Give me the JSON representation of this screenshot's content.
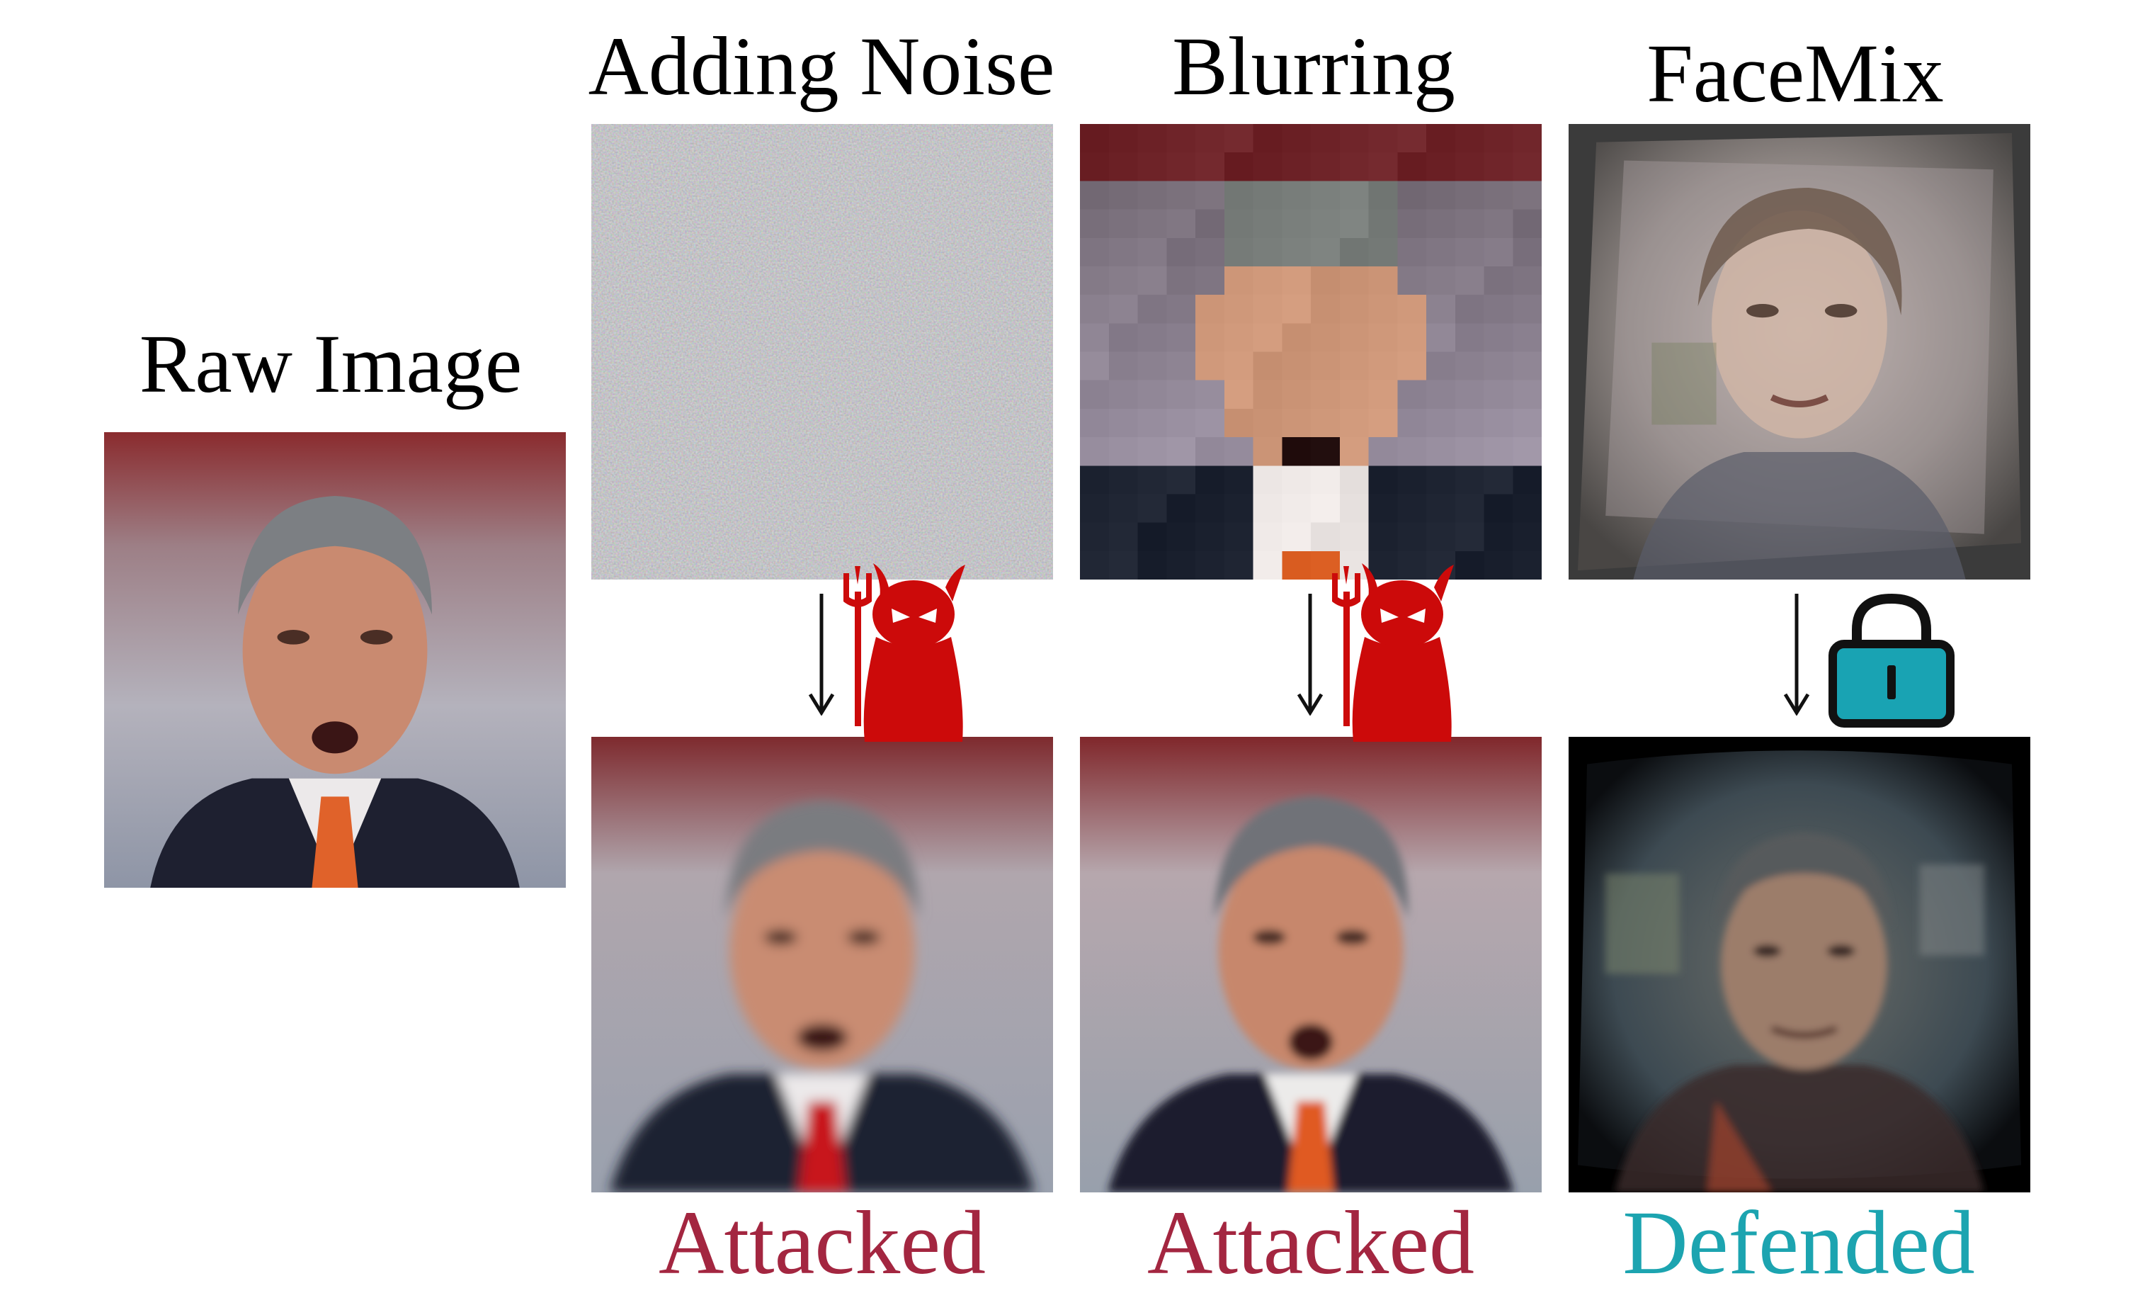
{
  "labels": {
    "raw_image": "Raw Image",
    "adding_noise": "Adding Noise",
    "blurring": "Blurring",
    "facemix": "FaceMix",
    "outcome_noise": "Attacked",
    "outcome_blur": "Attacked",
    "outcome_facemix": "Defended"
  },
  "colors": {
    "attacked": "#a32640",
    "defended": "#1ca4b0",
    "devil": "#cc0a0a",
    "lock_body": "#19a3b3"
  },
  "icons": {
    "attack_icon": "devil-icon",
    "defense_icon": "lock-icon",
    "flow_arrow": "arrow-down-icon"
  }
}
